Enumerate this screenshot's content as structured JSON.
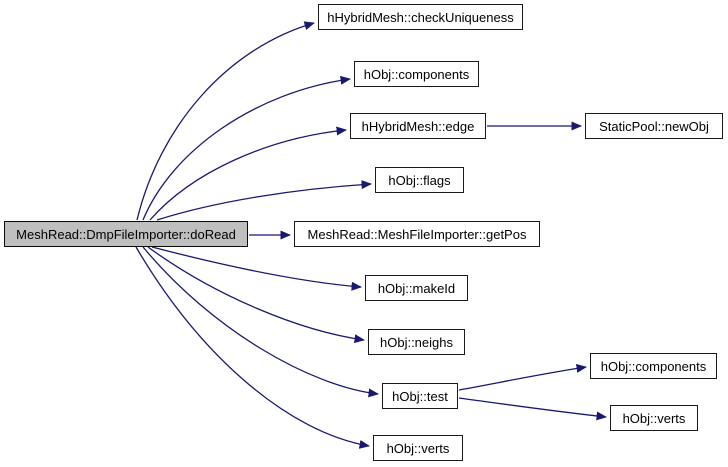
{
  "diagram": {
    "type": "call-graph",
    "root_function": "MeshRead::DmpFileImporter::doRead",
    "colors": {
      "edge": "#191970",
      "node_border": "#1a1a1a",
      "node_fill": "#ffffff",
      "root_fill": "#bfbfbf",
      "text": "#000000",
      "background": "#ffffff"
    },
    "nodes": [
      {
        "id": "doRead",
        "label": "MeshRead::DmpFileImporter::doRead",
        "highlighted": true
      },
      {
        "id": "checkUniqueness",
        "label": "hHybridMesh::checkUniqueness",
        "highlighted": false
      },
      {
        "id": "components1",
        "label": "hObj::components",
        "highlighted": false
      },
      {
        "id": "edge",
        "label": "hHybridMesh::edge",
        "highlighted": false
      },
      {
        "id": "newObj",
        "label": "StaticPool::newObj",
        "highlighted": false
      },
      {
        "id": "flags",
        "label": "hObj::flags",
        "highlighted": false
      },
      {
        "id": "getPos",
        "label": "MeshRead::MeshFileImporter::getPos",
        "highlighted": false
      },
      {
        "id": "makeId",
        "label": "hObj::makeId",
        "highlighted": false
      },
      {
        "id": "neighs",
        "label": "hObj::neighs",
        "highlighted": false
      },
      {
        "id": "test",
        "label": "hObj::test",
        "highlighted": false
      },
      {
        "id": "components2",
        "label": "hObj::components",
        "highlighted": false
      },
      {
        "id": "verts2",
        "label": "hObj::verts",
        "highlighted": false
      },
      {
        "id": "verts1",
        "label": "hObj::verts",
        "highlighted": false
      }
    ],
    "edges": [
      {
        "from": "doRead",
        "to": "checkUniqueness"
      },
      {
        "from": "doRead",
        "to": "components1"
      },
      {
        "from": "doRead",
        "to": "edge"
      },
      {
        "from": "doRead",
        "to": "flags"
      },
      {
        "from": "doRead",
        "to": "getPos"
      },
      {
        "from": "doRead",
        "to": "makeId"
      },
      {
        "from": "doRead",
        "to": "neighs"
      },
      {
        "from": "doRead",
        "to": "test"
      },
      {
        "from": "doRead",
        "to": "verts1"
      },
      {
        "from": "edge",
        "to": "newObj"
      },
      {
        "from": "test",
        "to": "components2"
      },
      {
        "from": "test",
        "to": "verts2"
      }
    ]
  }
}
